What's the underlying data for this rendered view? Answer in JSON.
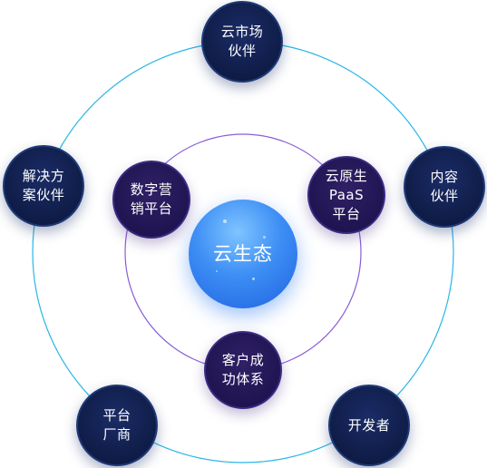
{
  "center": {
    "label": "云生态",
    "color": "#3a8af2"
  },
  "inner_nodes": [
    {
      "id": "digital-marketing",
      "label": "数字营\n销平台"
    },
    {
      "id": "cloud-native-paas",
      "label": "云原生\nPaaS\n平台"
    },
    {
      "id": "customer-success",
      "label": "客户成\n功体系"
    }
  ],
  "outer_nodes": [
    {
      "id": "cloud-market-partner",
      "label": "云市场\n伙伴"
    },
    {
      "id": "content-partner",
      "label": "内容\n伙伴"
    },
    {
      "id": "developer",
      "label": "开发者"
    },
    {
      "id": "platform-vendor",
      "label": "平台\n厂商"
    },
    {
      "id": "solution-partner",
      "label": "解决方\n案伙伴"
    }
  ],
  "colors": {
    "outer_ring": "#2ab6e6",
    "inner_ring": "#8a5cd6",
    "outer_node_fill": "#0f1c47",
    "inner_node_fill": "#1e1450",
    "center_fill": "#3a8af2"
  }
}
